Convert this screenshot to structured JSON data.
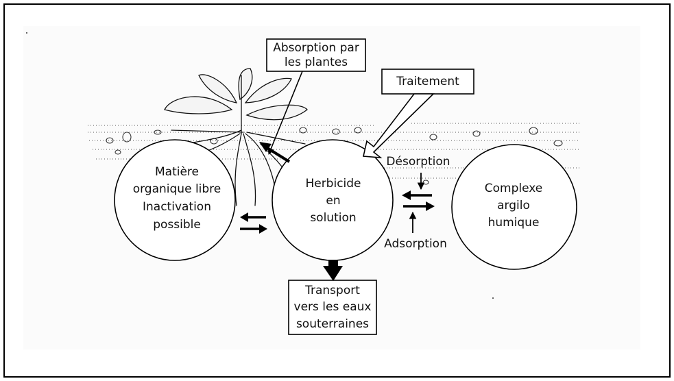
{
  "labels": {
    "absorption_line1": "Absorption par",
    "absorption_line2": "les plantes",
    "traitement": "Traitement",
    "desorption": "Désorption",
    "adsorption": "Adsorption",
    "matiere_line1": "Matière",
    "matiere_line2": "organique libre",
    "matiere_line3": "Inactivation",
    "matiere_line4": "possible",
    "herbicide_line1": "Herbicide",
    "herbicide_line2": "en",
    "herbicide_line3": "solution",
    "complexe_line1": "Complexe",
    "complexe_line2": "argilo",
    "complexe_line3": "humique",
    "transport_line1": "Transport",
    "transport_line2": "vers les eaux",
    "transport_line3": "souterraines"
  }
}
